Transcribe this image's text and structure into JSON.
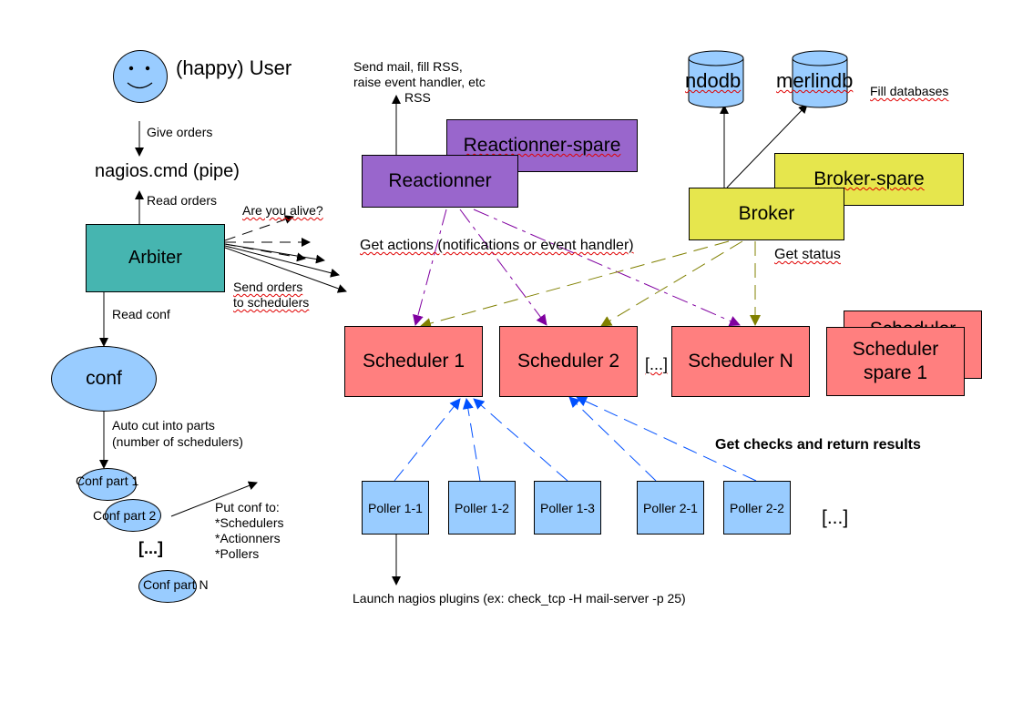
{
  "user": {
    "label": "(happy) User"
  },
  "edges": {
    "give_orders": "Give orders",
    "read_orders": "Read orders",
    "read_conf": "Read conf",
    "are_you_alive": "Are you alive?",
    "send_orders_1": "Send orders",
    "send_orders_2": "to schedulers",
    "auto_cut_1": "Auto cut into parts",
    "auto_cut_2": "(number of schedulers)",
    "put_conf_1": "Put conf to:",
    "put_conf_2": "*Schedulers",
    "put_conf_3": "*Actionners",
    "put_conf_4": "*Pollers",
    "send_mail_1": "Send mail, fill RSS,",
    "send_mail_2": "raise event handler, etc",
    "send_mail_3": "RSS",
    "fill_databases": "Fill databases",
    "get_actions": "Get actions (notifications or event handler)",
    "get_status": "Get status",
    "get_checks": "Get checks and return results",
    "launch_plugins": "Launch nagios plugins (ex: check_tcp -H mail-server -p 25)"
  },
  "nodes": {
    "pipe": "nagios.cmd (pipe)",
    "arbiter": "Arbiter",
    "conf": "conf",
    "conf_part_1": "Conf part 1",
    "conf_part_2": "Conf part 2",
    "conf_ellipsis": "[...]",
    "conf_part_n": "Conf part N",
    "reactionner": "Reactionner",
    "reactionner_spare": "Reactionner-spare",
    "broker": "Broker",
    "broker_spare": "Broker-spare",
    "ndodb": "ndodb",
    "merlindb": "merlindb",
    "scheduler_1": "Scheduler 1",
    "scheduler_2": "Scheduler 2",
    "scheduler_ellipsis": "[...]",
    "scheduler_n": "Scheduler N",
    "scheduler_spare_1": "Scheduler spare 1",
    "scheduler_spare_back": "Scheduler",
    "poller_1_1": "Poller 1-1",
    "poller_1_2": "Poller 1-2",
    "poller_1_3": "Poller 1-3",
    "poller_2_1": "Poller 2-1",
    "poller_2_2": "Poller 2-2",
    "poller_ellipsis": "[...]"
  },
  "colors": {
    "arbiter": "#46b5b0",
    "conf": "#99ccff",
    "reactionner": "#9966cc",
    "broker": "#e6e64d",
    "scheduler": "#ff7f7f",
    "poller": "#99ccff",
    "database": "#99ccff",
    "actions_arrow": "#8000a0",
    "status_arrow": "#808000",
    "checks_arrow": "#0050ff"
  }
}
